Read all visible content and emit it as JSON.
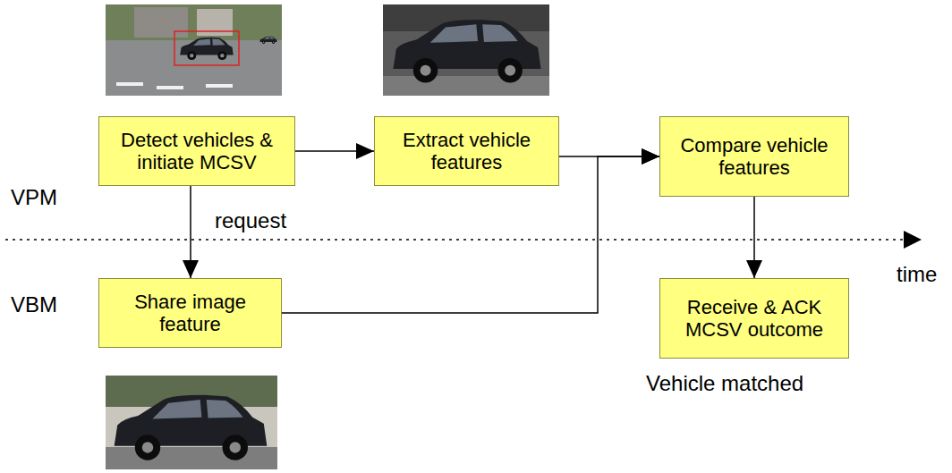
{
  "diagram": {
    "nodes": [
      {
        "text": [
          "Detect vehicles & initiate MCSV"
        ]
      },
      {
        "text": [
          "Extract vehicle features"
        ]
      },
      {
        "text": [
          "Compare vehicle features"
        ]
      },
      {
        "text": [
          "Share image feature"
        ]
      },
      {
        "text": [
          "Receive & ACK MCSV outcome"
        ]
      }
    ],
    "edges": [
      {
        "from": 0,
        "to": 1,
        "arrow": "to"
      },
      {
        "from": 0,
        "to": 3,
        "label": "request",
        "arrow": "to"
      },
      {
        "from": 1,
        "to": 2,
        "arrow": "to"
      },
      {
        "from": 3,
        "to": 2,
        "arrow": "to"
      },
      {
        "from": 2,
        "to": 4,
        "arrow": "to"
      }
    ],
    "labels": [
      "VPM",
      "VBM",
      "time",
      "Vehicle matched"
    ]
  }
}
